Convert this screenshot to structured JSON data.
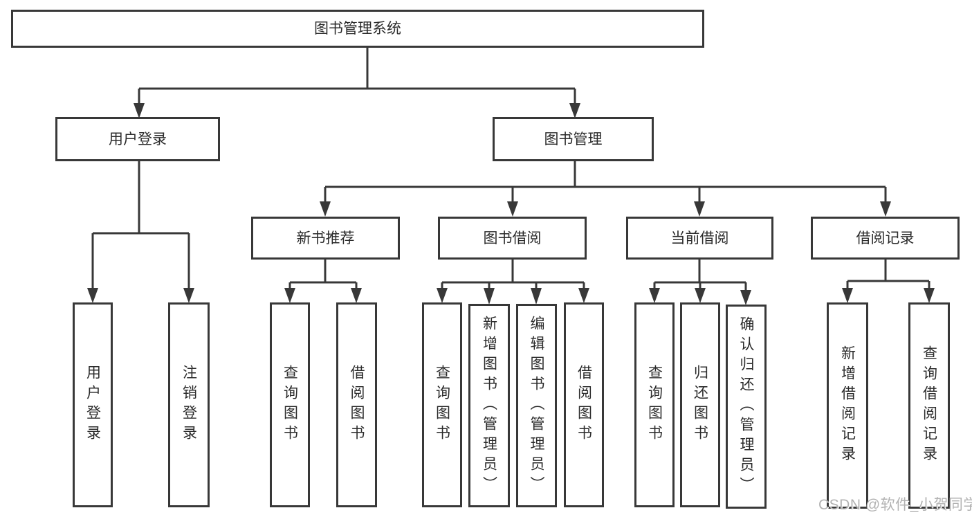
{
  "diagram": {
    "type": "hierarchy",
    "title": "图书管理系统",
    "nodes": {
      "root": {
        "label": "图书管理系统"
      },
      "user_login": {
        "label": "用户登录"
      },
      "book_mgmt": {
        "label": "图书管理"
      },
      "new_book_rec": {
        "label": "新书推荐"
      },
      "book_borrow": {
        "label": "图书借阅"
      },
      "current_borrow": {
        "label": "当前借阅"
      },
      "borrow_records": {
        "label": "借阅记录"
      },
      "login": {
        "label": "用户登录"
      },
      "logout": {
        "label": "注销登录"
      },
      "nbr_query": {
        "label": "查询图书"
      },
      "nbr_borrow": {
        "label": "借阅图书"
      },
      "bb_query": {
        "label": "查询图书"
      },
      "bb_add": {
        "label": "新增图书（管理员）"
      },
      "bb_edit": {
        "label": "编辑图书（管理员）"
      },
      "bb_borrow": {
        "label": "借阅图书"
      },
      "cb_query": {
        "label": "查询图书"
      },
      "cb_return": {
        "label": "归还图书"
      },
      "cb_confirm": {
        "label": "确认归还（管理员）"
      },
      "br_add": {
        "label": "新增借阅记录"
      },
      "br_query": {
        "label": "查询借阅记录"
      }
    },
    "edges": [
      {
        "from": "root",
        "to": "user_login"
      },
      {
        "from": "root",
        "to": "book_mgmt"
      },
      {
        "from": "user_login",
        "to": "login"
      },
      {
        "from": "user_login",
        "to": "logout"
      },
      {
        "from": "book_mgmt",
        "to": "new_book_rec"
      },
      {
        "from": "book_mgmt",
        "to": "book_borrow"
      },
      {
        "from": "book_mgmt",
        "to": "current_borrow"
      },
      {
        "from": "book_mgmt",
        "to": "borrow_records"
      },
      {
        "from": "new_book_rec",
        "to": "nbr_query"
      },
      {
        "from": "new_book_rec",
        "to": "nbr_borrow"
      },
      {
        "from": "book_borrow",
        "to": "bb_query"
      },
      {
        "from": "book_borrow",
        "to": "bb_add"
      },
      {
        "from": "book_borrow",
        "to": "bb_edit"
      },
      {
        "from": "book_borrow",
        "to": "bb_borrow"
      },
      {
        "from": "current_borrow",
        "to": "cb_query"
      },
      {
        "from": "current_borrow",
        "to": "cb_return"
      },
      {
        "from": "current_borrow",
        "to": "cb_confirm"
      },
      {
        "from": "borrow_records",
        "to": "br_add"
      },
      {
        "from": "borrow_records",
        "to": "br_query"
      }
    ],
    "colors": {
      "line": "#383838",
      "box_border": "#383838",
      "box_fill": "#ffffff",
      "text": "#2b2b2b",
      "background": "#ffffff"
    }
  },
  "watermark": {
    "text": "CSDN @软件_小贺同学",
    "color": "#b2b2b2"
  }
}
